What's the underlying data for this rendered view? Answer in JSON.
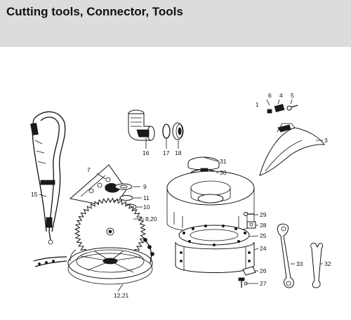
{
  "header": {
    "title": "Cutting tools, Connector, Tools"
  },
  "callouts": [
    {
      "id": "c1",
      "text": "1"
    },
    {
      "id": "c3",
      "text": "3"
    },
    {
      "id": "c4",
      "text": "4"
    },
    {
      "id": "c5",
      "text": "5"
    },
    {
      "id": "c6",
      "text": "6"
    },
    {
      "id": "c7",
      "text": "7"
    },
    {
      "id": "c9",
      "text": "9"
    },
    {
      "id": "c10",
      "text": "10"
    },
    {
      "id": "c11",
      "text": "11"
    },
    {
      "id": "c15",
      "text": "15"
    },
    {
      "id": "c16",
      "text": "16"
    },
    {
      "id": "c17",
      "text": "17"
    },
    {
      "id": "c18",
      "text": "18"
    },
    {
      "id": "c24",
      "text": "24"
    },
    {
      "id": "c25",
      "text": "25"
    },
    {
      "id": "c26",
      "text": "26"
    },
    {
      "id": "c27",
      "text": "27"
    },
    {
      "id": "c28",
      "text": "28"
    },
    {
      "id": "c29",
      "text": "29"
    },
    {
      "id": "c30",
      "text": "30"
    },
    {
      "id": "c31",
      "text": "31"
    },
    {
      "id": "c32",
      "text": "32"
    },
    {
      "id": "c33",
      "text": "33"
    },
    {
      "id": "c820",
      "text": "8,20"
    },
    {
      "id": "c1221",
      "text": "12,21"
    }
  ]
}
